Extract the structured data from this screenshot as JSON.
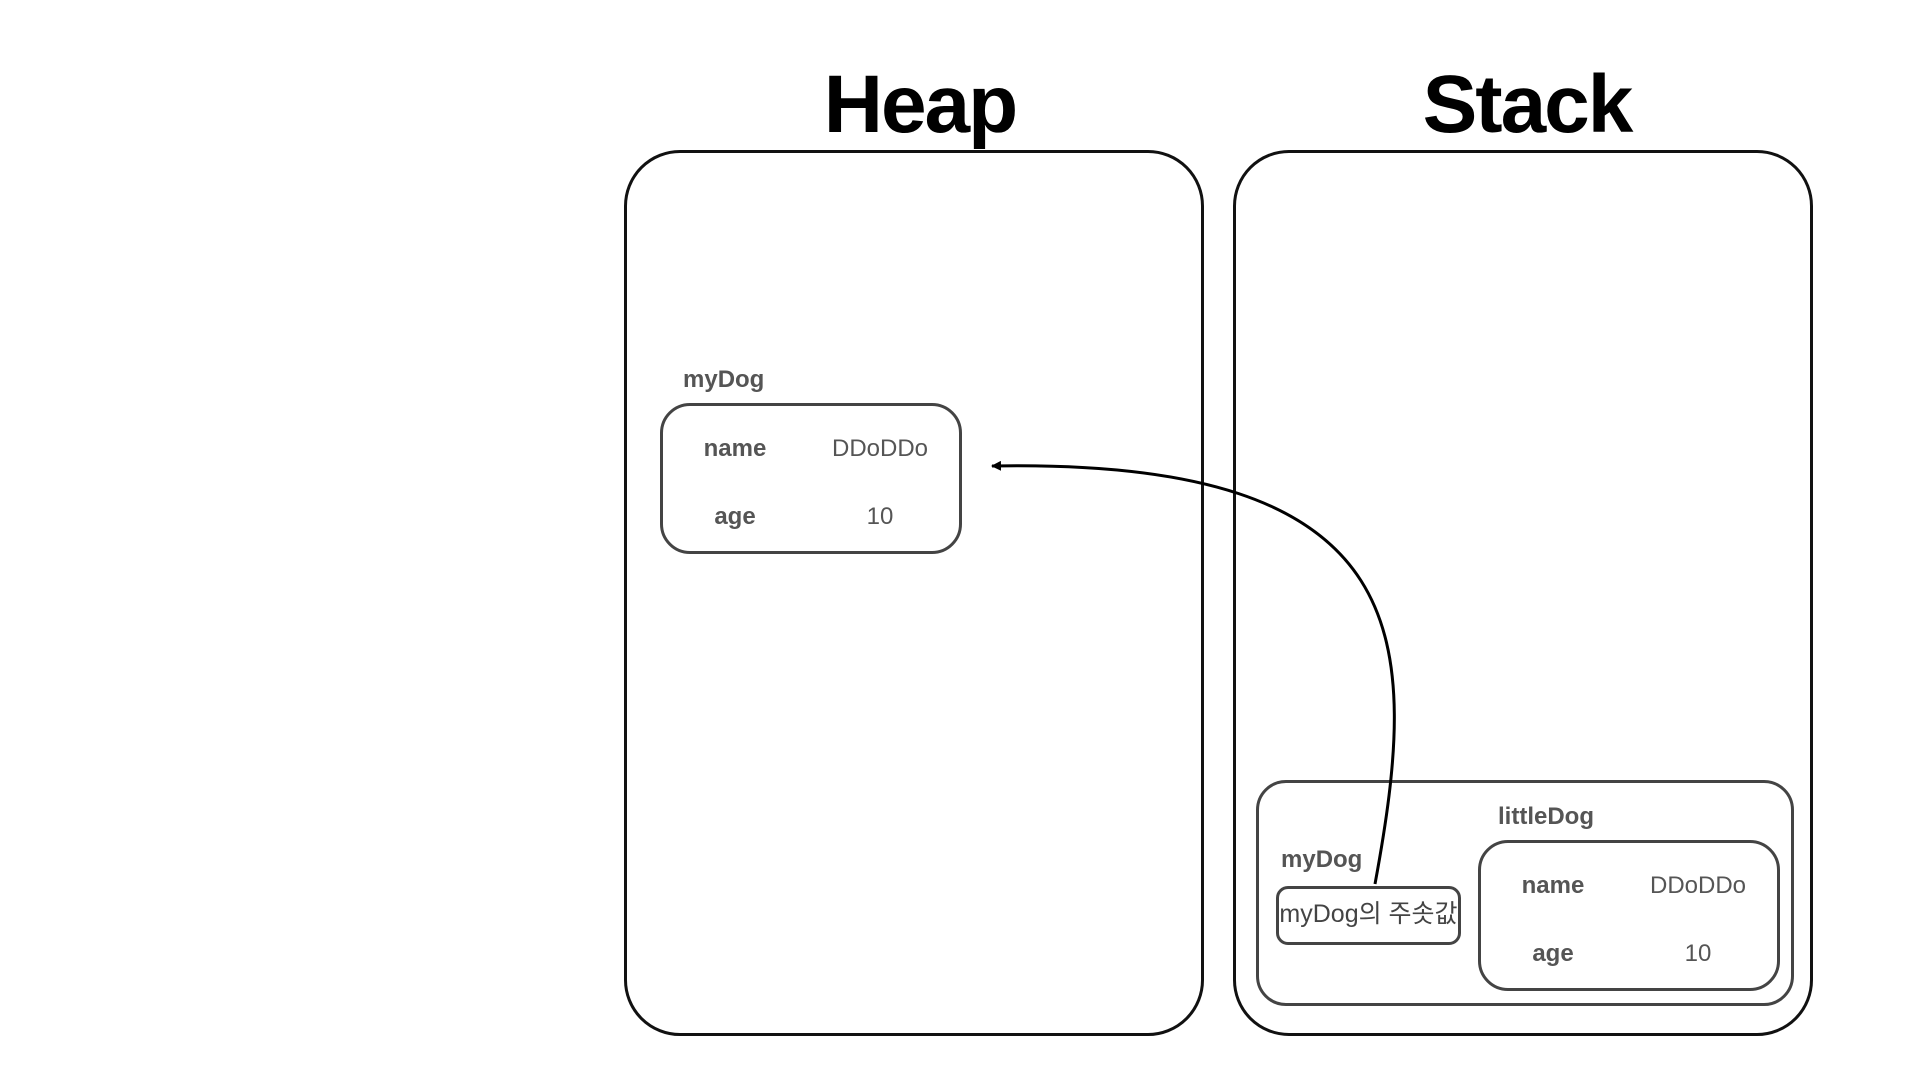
{
  "heap": {
    "title": "Heap",
    "object": {
      "label": "myDog",
      "fields": [
        {
          "key": "name",
          "value": "DDoDDo"
        },
        {
          "key": "age",
          "value": "10"
        }
      ]
    }
  },
  "stack": {
    "title": "Stack",
    "frame": {
      "label": "littleDog",
      "reference": {
        "label": "myDog",
        "value": "myDog의 주솟값"
      },
      "object": {
        "fields": [
          {
            "key": "name",
            "value": "DDoDDo"
          },
          {
            "key": "age",
            "value": "10"
          }
        ]
      }
    }
  },
  "colors": {
    "panel_border": "#111111",
    "box_border": "#444444",
    "text": "#555555",
    "arrow": "#000000"
  }
}
